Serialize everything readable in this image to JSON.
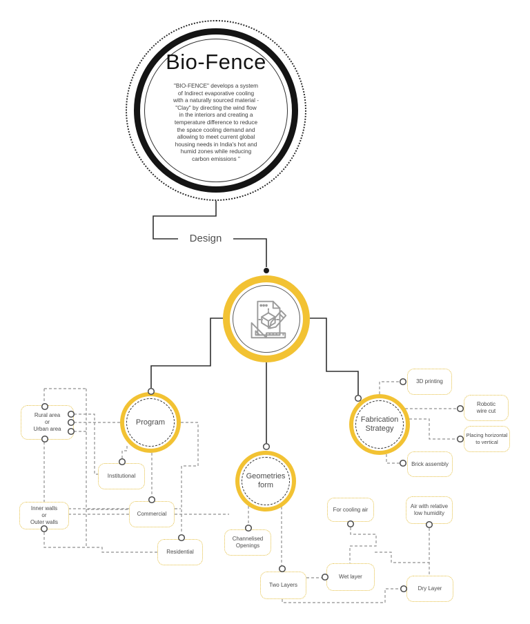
{
  "root": {
    "title": "Bio-Fence",
    "description": "\"BIO-FENCE\" develops a system\nof Indirect evaporative cooling\nwith a naturally sourced material -\n\"Clay\" by directing the wind flow\nin the interiors and creating a\ntemperature difference to reduce\nthe space cooling demand and\nallowing to meet current global\nhousing needs in India's hot and\nhumid zones while reducing\ncarbon emissions \""
  },
  "level1": {
    "label": "Design"
  },
  "branches": {
    "program": {
      "label": "Program"
    },
    "geometries_form": {
      "label": "Geometries\nform"
    },
    "fabrication_strategy": {
      "label": "Fabrication\nStrategy"
    }
  },
  "leaves": {
    "rural_urban": {
      "label": "Rural area\nor\nUrban area"
    },
    "inner_outer_walls": {
      "label": "Inner walls\nor\nOuter walls"
    },
    "institutional": {
      "label": "Institutional"
    },
    "commercial": {
      "label": "Commercial"
    },
    "residential": {
      "label": "Residential"
    },
    "channelised_openings": {
      "label": "Channelised\nOpenings"
    },
    "two_layers": {
      "label": "Two Layers"
    },
    "wet_layer": {
      "label": "Wet layer"
    },
    "for_cooling_air": {
      "label": "For cooling air"
    },
    "air_low_humidity": {
      "label": "Air with relative\nlow humidity"
    },
    "dry_layer": {
      "label": "Dry Layer"
    },
    "printing_3d": {
      "label": "3D printing"
    },
    "robotic_wire_cut": {
      "label": "Robotic\nwire cut"
    },
    "placing_horizontal": {
      "label": "Placing horizontal\nto vertical"
    },
    "brick_assembly": {
      "label": "Brick assembly"
    }
  },
  "icons": {
    "design": "design-document-icon"
  },
  "colors": {
    "accent_yellow": "#F2C233",
    "leaf_border_yellow": "#E4BF3F",
    "line_solid": "#2e2e2e",
    "line_dashed": "#8f8f8f"
  }
}
